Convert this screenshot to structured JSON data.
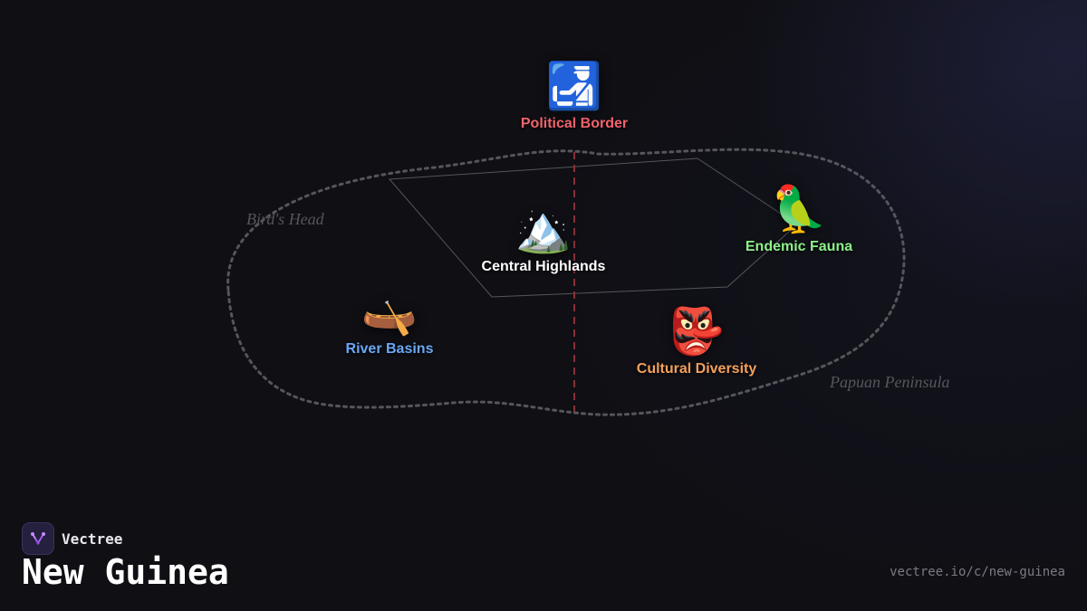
{
  "brand": {
    "name": "Vectree"
  },
  "title": "New Guinea",
  "url": "vectree.io/c/new-guinea",
  "regions": {
    "birds_head": "Bird's Head",
    "papuan_peninsula": "Papuan Peninsula"
  },
  "nodes": {
    "political_border": {
      "label": "Political Border",
      "icon": "customs-officer-icon",
      "glyph": "🛃",
      "color": "#f2646e"
    },
    "central_highlands": {
      "label": "Central Highlands",
      "icon": "snowcapped-mountain-icon",
      "glyph": "🏔️",
      "color": "#ffffff"
    },
    "endemic_fauna": {
      "label": "Endemic Fauna",
      "icon": "parrot-icon",
      "glyph": "🦜",
      "color": "#8ef08a"
    },
    "river_basins": {
      "label": "River Basins",
      "icon": "canoe-icon",
      "glyph": "🛶",
      "color": "#6aa8f5"
    },
    "cultural_diversity": {
      "label": "Cultural Diversity",
      "icon": "tengu-mask-icon",
      "glyph": "👺",
      "color": "#f5a15a"
    }
  }
}
